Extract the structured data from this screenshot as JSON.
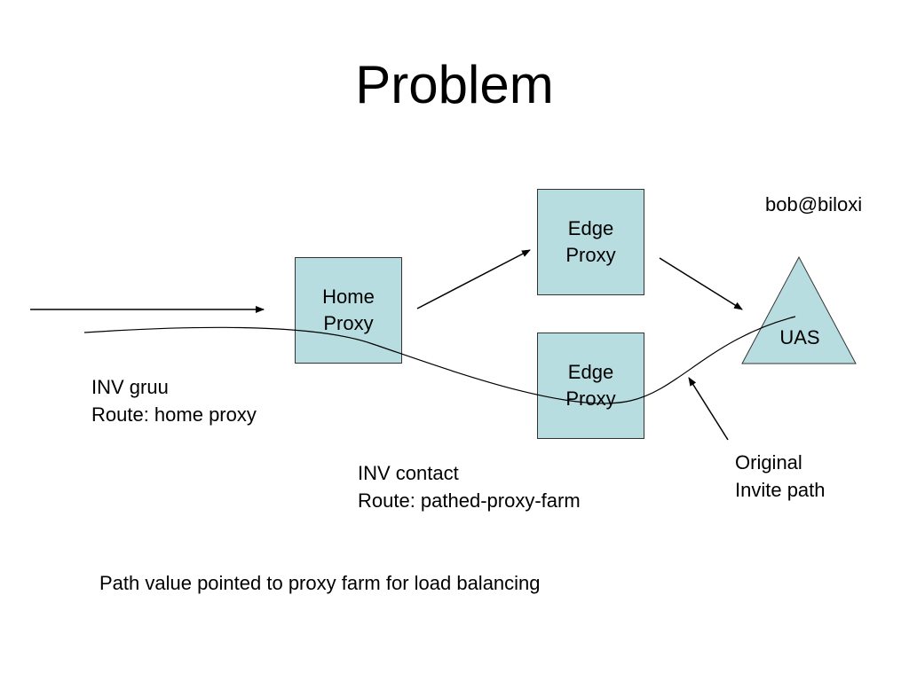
{
  "title": "Problem",
  "nodes": {
    "home_proxy": [
      "Home",
      "Proxy"
    ],
    "edge_proxy_top": [
      "Edge",
      "Proxy"
    ],
    "edge_proxy_bottom": [
      "Edge",
      "Proxy"
    ],
    "uas": "UAS"
  },
  "labels": {
    "user": "bob@biloxi",
    "inv_gruu": [
      "INV gruu",
      "Route: home proxy"
    ],
    "inv_contact": [
      "INV contact",
      "Route: pathed-proxy-farm"
    ],
    "original_path": [
      "Original",
      "Invite path"
    ],
    "footer": "Path value pointed to proxy farm for load balancing"
  },
  "colors": {
    "box_fill": "#b7dde0",
    "outline": "#333333",
    "line": "#000000"
  }
}
